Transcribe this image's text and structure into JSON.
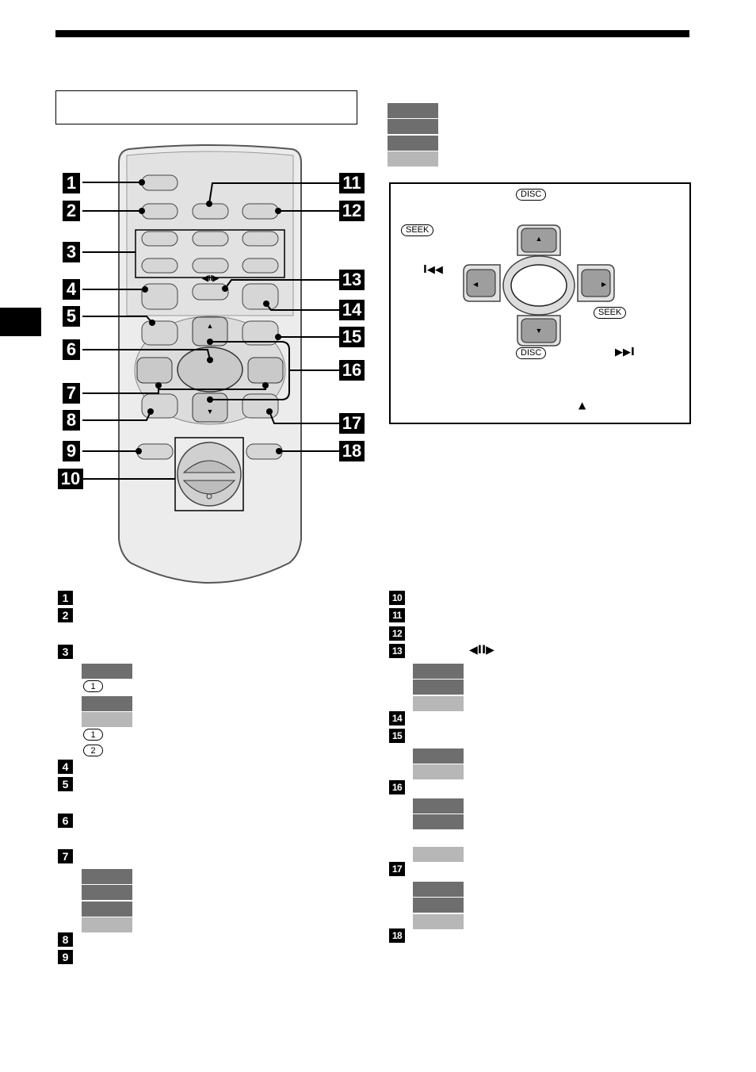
{
  "header": {
    "title": ""
  },
  "remote_callouts": [
    "1",
    "2",
    "3",
    "4",
    "5",
    "6",
    "7",
    "8",
    "9",
    "10",
    "11",
    "12",
    "13",
    "14",
    "15",
    "16",
    "17",
    "18"
  ],
  "remote_labels": {
    "frame_slow": "◀II▶"
  },
  "diagram": {
    "disc_top": "DISC",
    "seek_left": "SEEK",
    "prev_icon": "I◀◀",
    "seek_right": "SEEK",
    "disc_bottom": "DISC",
    "next_icon": "▶▶I",
    "eject_icon": "▲"
  },
  "legend_left": {
    "items": [
      "1",
      "2",
      "3",
      "4",
      "5",
      "6",
      "7",
      "8",
      "9"
    ],
    "circled_a": "1",
    "circled_b": "1",
    "circled_c": "2"
  },
  "legend_right": {
    "items": [
      "10",
      "11",
      "12",
      "13",
      "14",
      "15",
      "16",
      "17",
      "18"
    ],
    "item13_icon": "◀II▶"
  },
  "colors": {
    "swatch_dark": "#6e6e6e",
    "swatch_light": "#b7b7b7",
    "remote_body": "#e9e9e9"
  }
}
